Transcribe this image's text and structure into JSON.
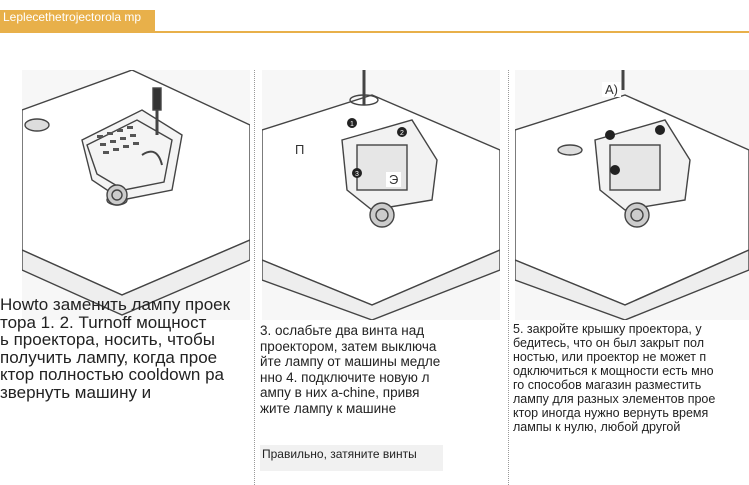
{
  "header": {
    "title": "Leplecethetrojectorola mp",
    "accent_color": "#e8b04a"
  },
  "panels": {
    "p2_label_a": "П",
    "p2_label_b": "Э",
    "p3_label_a": "A)",
    "step_numbers": [
      "1",
      "2",
      "3"
    ]
  },
  "texts": {
    "col1": "Howto заменить лампу проек\nтора 1. 2. Turnoff мощност\nь проектора, носить, чтобы\nполучить лампу, когда прое\nктор полностью cooldown ра\nзвернуть машину и",
    "col2": "3. ослабьте два винта над\nпроектором, затем выключа\nйте лампу от машины медле\nнно 4. подключите новую л\nампу в них a-chine, привя\nжите лампу к машине",
    "col2_caption": "Правильно, затяните винты",
    "col3": "5. закройте крышку проектора, у\nбедитесь, что он был закрыт пол\nностью, или проектор не может п\nодключиться к мощности есть мно\nго способов магазин разместить\nлампу для разных элементов прое\nктор иногда нужно вернуть время\nлампы к нулю, любой другой"
  }
}
